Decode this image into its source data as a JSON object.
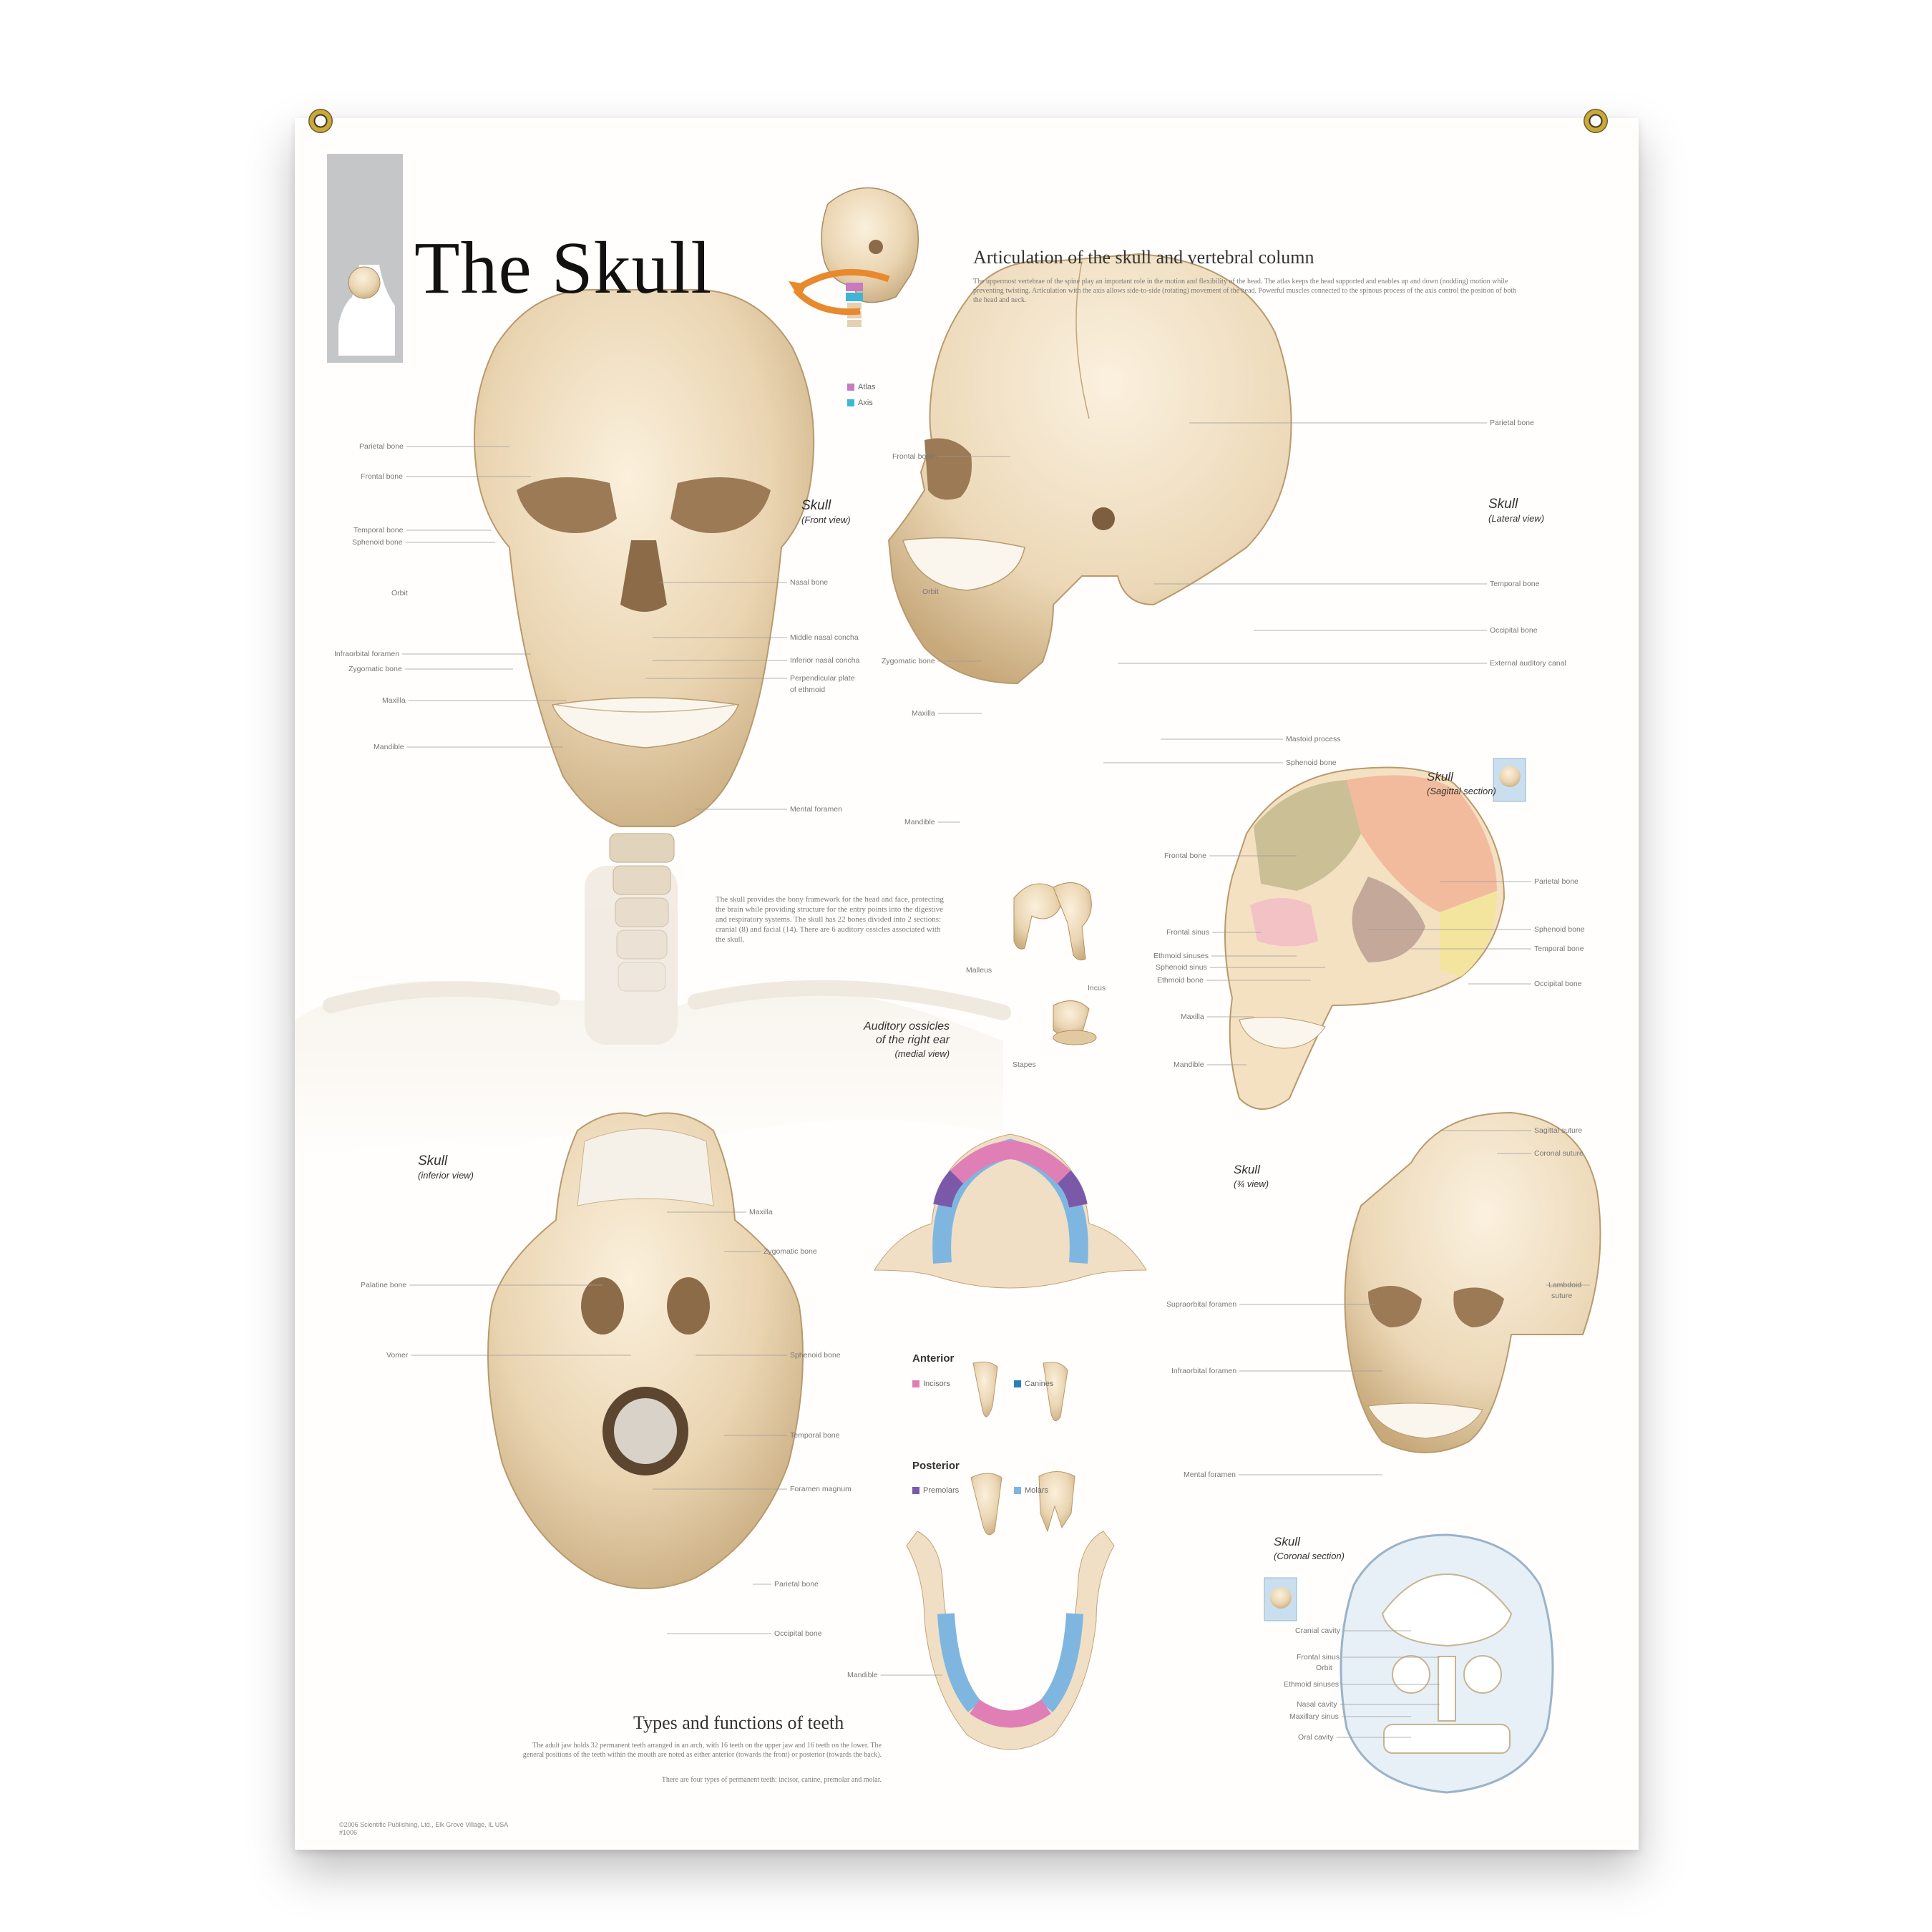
{
  "title": "The Skull",
  "articulation": {
    "heading": "Articulation of the skull and vertebral column",
    "text": "The uppermost vertebrae of the spine play an important role in the motion and flexibility of the head. The atlas keeps the head supported and enables up and down (nodding) motion while preventing twisting. Articulation with the axis allows side-to-side (rotating) movement of the head. Powerful muscles connected to the spinous process of the axis control the position of both the head and neck.",
    "legend": [
      {
        "label": "Atlas",
        "color": "#c77bc0"
      },
      {
        "label": "Axis",
        "color": "#3fb6d6"
      }
    ]
  },
  "front_view": {
    "title": "Skull",
    "subtitle": "(Front view)",
    "labels_left": [
      "Parietal bone",
      "Frontal bone",
      "Temporal bone",
      "Sphenoid bone",
      "Orbit",
      "Infraorbital foramen",
      "Zygomatic bone",
      "Maxilla",
      "Mandible"
    ],
    "labels_right": [
      "Nasal bone",
      "Middle nasal concha",
      "Inferior nasal concha",
      "Perpendicular plate",
      "of ethmoid",
      "Mental foramen"
    ]
  },
  "lateral_view": {
    "title": "Skull",
    "subtitle": "(Lateral view)",
    "labels_left": [
      "Frontal bone",
      "Orbit",
      "Zygomatic bone",
      "Maxilla",
      "Mandible"
    ],
    "labels_right": [
      "Parietal bone",
      "Temporal bone",
      "Occipital bone",
      "External auditory canal",
      "Mastoid process",
      "Sphenoid bone"
    ]
  },
  "intro_text": "The skull provides the bony framework for the head and face, protecting the brain while providing structure for the entry points into the digestive and respiratory systems. The skull has 22 bones divided into 2 sections: cranial (8) and facial (14). There are 6 auditory ossicles associated with the skull.",
  "ossicles": {
    "title": "Auditory ossicles",
    "title2": "of the right ear",
    "subtitle": "(medial view)",
    "labels": [
      "Malleus",
      "Incus",
      "Stapes"
    ]
  },
  "sagittal": {
    "title": "Skull",
    "subtitle": "(Sagittal section)",
    "labels_left": [
      "Frontal bone",
      "Frontal sinus",
      "Ethmoid sinuses",
      "Sphenoid sinus",
      "Ethmoid bone",
      "Maxilla",
      "Mandible"
    ],
    "labels_right": [
      "Parietal bone",
      "Sphenoid bone",
      "Temporal bone",
      "Occipital bone"
    ]
  },
  "inferior": {
    "title": "Skull",
    "subtitle": "(inferior view)",
    "labels_left": [
      "Palatine bone",
      "Vomer"
    ],
    "labels_right": [
      "Maxilla",
      "Zygomatic bone",
      "Sphenoid bone",
      "Temporal bone",
      "Foramen magnum",
      "Parietal bone",
      "Occipital bone"
    ]
  },
  "teeth": {
    "anterior": "Anterior",
    "posterior": "Posterior",
    "legend": [
      {
        "label": "Incisors",
        "color": "#e07fb6"
      },
      {
        "label": "Canines",
        "color": "#2a7fb6"
      },
      {
        "label": "Premolars",
        "color": "#7a5aa8"
      },
      {
        "label": "Molars",
        "color": "#7fb6e0"
      }
    ],
    "mandible_label": "Mandible",
    "heading": "Types and functions of teeth",
    "text1": "The adult jaw holds 32 permanent teeth arranged in an arch, with 16 teeth on the upper jaw and 16 teeth on the lower. The general positions of the teeth within the mouth are noted as either anterior (towards the front) or posterior (towards the back).",
    "text2": "There are four types of permanent teeth: incisor, canine, premolar and molar."
  },
  "three_quarter": {
    "title": "Skull",
    "subtitle": "(¾ view)",
    "labels_right": [
      "Sagittal suture",
      "Coronal suture",
      "Lambdoid",
      "suture"
    ],
    "labels_left": [
      "Supraorbital foramen",
      "Infraorbital foramen",
      "Mental foramen"
    ]
  },
  "coronal": {
    "title": "Skull",
    "subtitle": "(Coronal section)",
    "labels": [
      "Cranial cavity",
      "Frontal sinus",
      "Orbit",
      "Ethmoid sinuses",
      "Nasal cavity",
      "Maxillary sinus",
      "Oral cavity"
    ]
  },
  "copyright": "©2006 Scientific Publishing, Ltd., Elk Grove Village, IL USA",
  "catalog": "#1006",
  "colors": {
    "bone": "#e8d3b0",
    "bone_dark": "#b89a6e",
    "background": "#fffefc"
  }
}
